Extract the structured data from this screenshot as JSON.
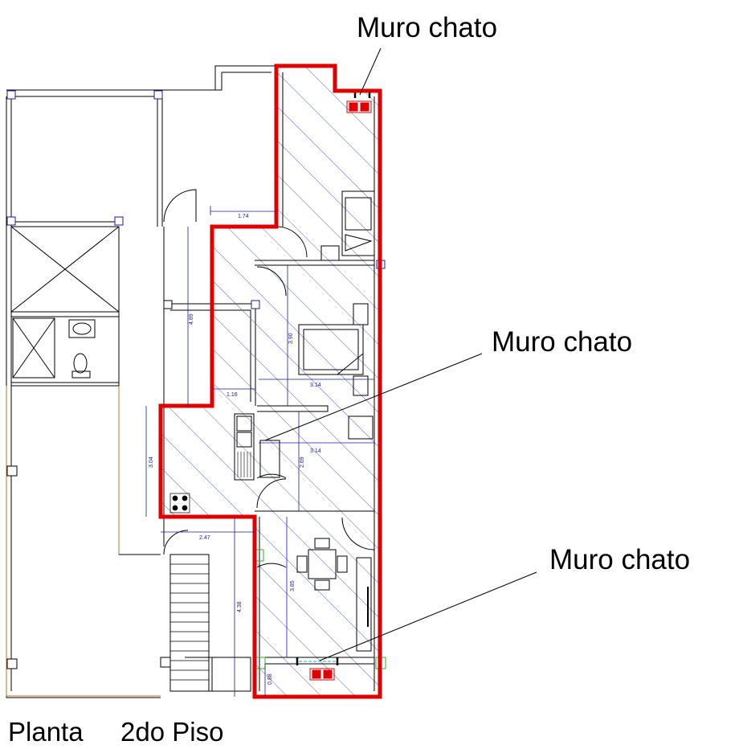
{
  "annotations": {
    "top": "Muro chato",
    "middle": "Muro chato",
    "bottom": "Muro chato"
  },
  "caption": {
    "planta": "Planta",
    "piso": "2do Piso"
  },
  "dimensions": {
    "d1": "1.74",
    "d2": "4.89",
    "d3": "3.90",
    "d4": "3.14",
    "d5": "1.16",
    "d6": "3.14",
    "d7": "2.69",
    "d8": "3.04",
    "d9": "2.47",
    "d10": "3.85",
    "d11": "4.38",
    "d12": "0.88"
  },
  "colors": {
    "outline": "#e00000",
    "hatch": "#4455cc",
    "dimension": "#1a1ab0",
    "walls": "#000000",
    "terrace": "#c07030",
    "window": "#22bb22"
  }
}
